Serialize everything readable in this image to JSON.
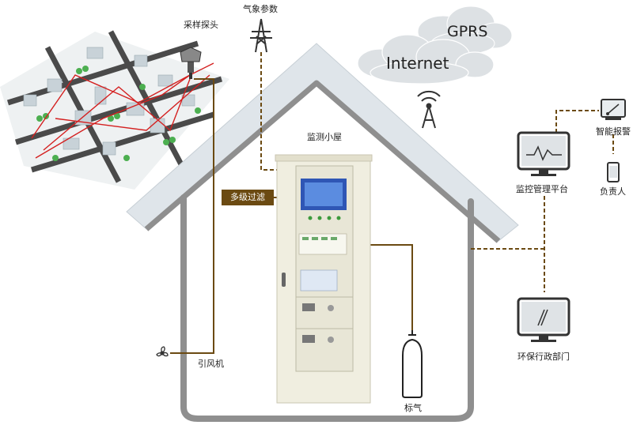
{
  "labels": {
    "sampling_probe": "采样探头",
    "weather_params": "气象参数",
    "monitoring_room": "监测小屋",
    "multistage_filter": "多级过滤",
    "induced_fan": "引风机",
    "standard_gas": "标气",
    "monitoring_platform": "监控管理平台",
    "smart_alarm": "智能报警",
    "responsible_person": "负责人",
    "epa_department": "环保行政部门"
  },
  "clouds": {
    "gprs": "GPRS",
    "internet": "Internet"
  },
  "colors": {
    "line_brown": "#6b4a12",
    "roof": "#dfe5ea",
    "wall": "#8f8f8f",
    "cabinet": "#f0eee0",
    "city_road": "#4a4a4a",
    "city_route": "#d42020",
    "cloud": "#dde1e4"
  },
  "icons": [
    "pylon-icon",
    "antenna-icon",
    "monitor-icon",
    "alarm-icon",
    "phone-icon",
    "fan-icon",
    "gas-cylinder-icon",
    "probe-icon"
  ]
}
